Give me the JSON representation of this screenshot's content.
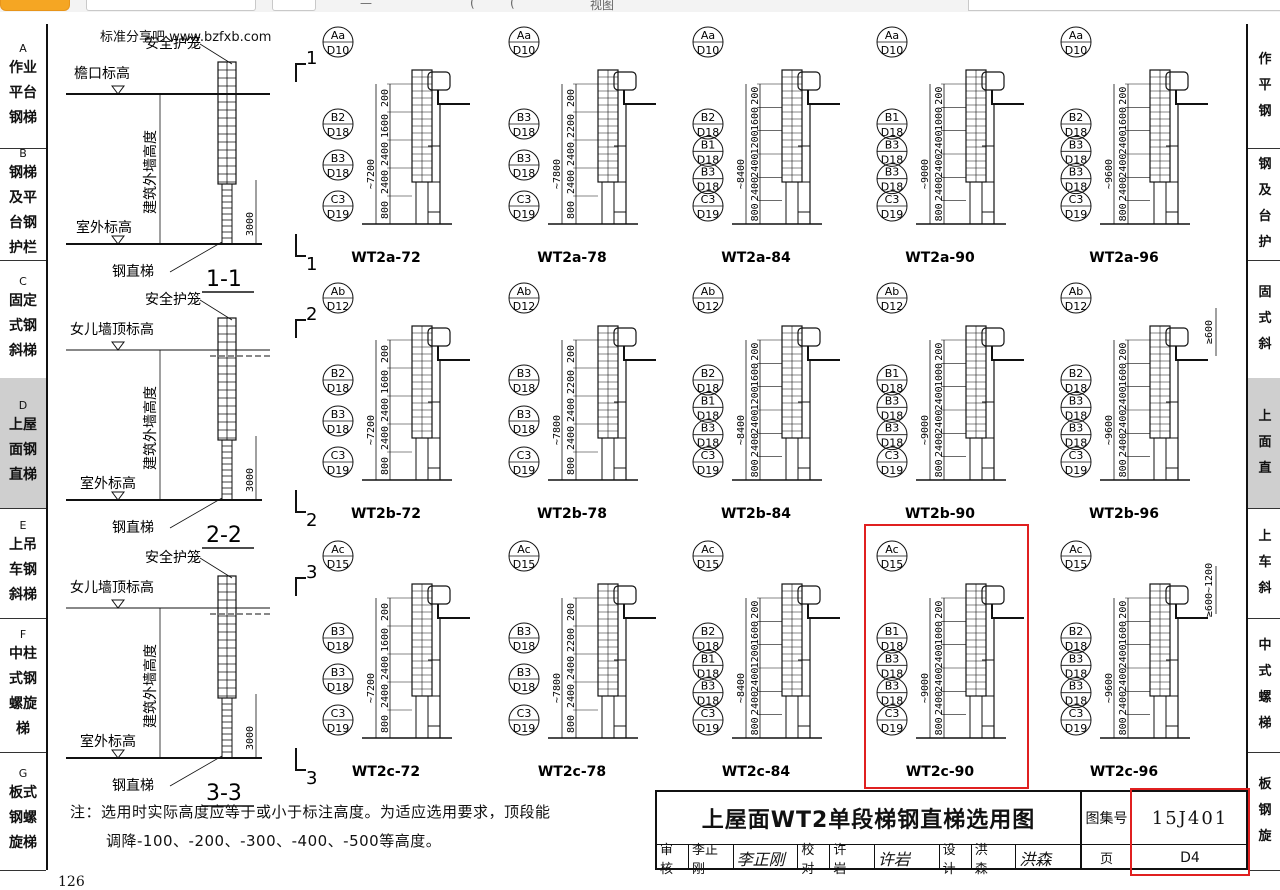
{
  "viewer": {
    "toolbar_fragments": [
      "—",
      "—",
      "(",
      "(",
      "—",
      "视图",
      "—",
      "—",
      "—"
    ]
  },
  "watermark": "标准分享吧 www.bzfxb.com",
  "sidebar_left": [
    {
      "letter": "A",
      "lines": [
        "作业",
        "平台",
        "钢梯"
      ]
    },
    {
      "letter": "B",
      "lines": [
        "钢梯",
        "及平",
        "台钢",
        "护栏"
      ]
    },
    {
      "letter": "C",
      "lines": [
        "固定",
        "式钢",
        "斜梯"
      ]
    },
    {
      "letter": "D",
      "lines": [
        "上屋",
        "面钢",
        "直梯"
      ],
      "active": true
    },
    {
      "letter": "E",
      "lines": [
        "上吊",
        "车钢",
        "斜梯"
      ]
    },
    {
      "letter": "F",
      "lines": [
        "中柱",
        "式钢",
        "螺旋",
        "梯"
      ]
    },
    {
      "letter": "G",
      "lines": [
        "板式",
        "钢螺",
        "旋梯"
      ]
    }
  ],
  "sidebar_right": [
    {
      "lines": [
        "作",
        "平",
        "钢"
      ]
    },
    {
      "lines": [
        "钢",
        "及",
        "台",
        "护"
      ]
    },
    {
      "lines": [
        "固",
        "式",
        "斜"
      ]
    },
    {
      "lines": [
        "上",
        "面",
        "直"
      ],
      "active": true
    },
    {
      "lines": [
        "上",
        "车",
        "斜"
      ]
    },
    {
      "lines": [
        "中",
        "式",
        "螺",
        "梯"
      ]
    },
    {
      "lines": [
        "板",
        "钢",
        "旋"
      ]
    }
  ],
  "sections": [
    {
      "label": "1-1",
      "mark": "1",
      "top_label": "安全护笼",
      "elev_label": "檐口标高",
      "wall_label": "建筑外墙高度",
      "ground_label": "室外标高",
      "ladder_label": "钢直梯",
      "dim": "3000"
    },
    {
      "label": "2-2",
      "mark": "2",
      "top_label": "安全护笼",
      "elev_label": "女儿墙顶标高",
      "wall_label": "建筑外墙高度",
      "ground_label": "室外标高",
      "ladder_label": "钢直梯",
      "dim": "3000"
    },
    {
      "label": "3-3",
      "mark": "3",
      "top_label": "安全护笼",
      "elev_label": "女儿墙顶标高",
      "wall_label": "建筑外墙高度",
      "ground_label": "室外标高",
      "ladder_label": "钢直梯",
      "dim": "3000"
    }
  ],
  "variants": [
    [
      {
        "model": "WT2a-72",
        "bubbles": [
          [
            "Aa",
            "D10"
          ],
          [
            "B2",
            "D18"
          ],
          [
            "B3",
            "D18"
          ],
          [
            "C3",
            "D19"
          ]
        ],
        "total": "~7200",
        "dims": [
          "200",
          "1600",
          "2400",
          "2400",
          "800"
        ]
      },
      {
        "model": "WT2a-78",
        "bubbles": [
          [
            "Aa",
            "D10"
          ],
          [
            "B3",
            "D18"
          ],
          [
            "B3",
            "D18"
          ],
          [
            "C3",
            "D19"
          ]
        ],
        "total": "~7800",
        "dims": [
          "200",
          "2200",
          "2400",
          "2400",
          "800"
        ]
      },
      {
        "model": "WT2a-84",
        "bubbles": [
          [
            "Aa",
            "D10"
          ],
          [
            "B2",
            "D18"
          ],
          [
            "B1",
            "D18"
          ],
          [
            "B3",
            "D18"
          ],
          [
            "C3",
            "D19"
          ]
        ],
        "total": "~8400",
        "dims": [
          "200",
          "1600",
          "1200",
          "2400",
          "2400",
          "800"
        ]
      },
      {
        "model": "WT2a-90",
        "bubbles": [
          [
            "Aa",
            "D10"
          ],
          [
            "B1",
            "D18"
          ],
          [
            "B3",
            "D18"
          ],
          [
            "B3",
            "D18"
          ],
          [
            "C3",
            "D19"
          ]
        ],
        "total": "~9000",
        "dims": [
          "200",
          "1000",
          "2400",
          "2400",
          "2400",
          "800"
        ]
      },
      {
        "model": "WT2a-96",
        "bubbles": [
          [
            "Aa",
            "D10"
          ],
          [
            "B2",
            "D18"
          ],
          [
            "B3",
            "D18"
          ],
          [
            "B3",
            "D18"
          ],
          [
            "C3",
            "D19"
          ]
        ],
        "total": "~9600",
        "dims": [
          "200",
          "1600",
          "2400",
          "2400",
          "2400",
          "800"
        ]
      }
    ],
    [
      {
        "model": "WT2b-72",
        "bubbles": [
          [
            "Ab",
            "D12"
          ],
          [
            "B2",
            "D18"
          ],
          [
            "B3",
            "D18"
          ],
          [
            "C3",
            "D19"
          ]
        ],
        "total": "~7200",
        "dims": [
          "200",
          "1600",
          "2400",
          "2400",
          "800"
        ]
      },
      {
        "model": "WT2b-78",
        "bubbles": [
          [
            "Ab",
            "D12"
          ],
          [
            "B3",
            "D18"
          ],
          [
            "B3",
            "D18"
          ],
          [
            "C3",
            "D19"
          ]
        ],
        "total": "~7800",
        "dims": [
          "200",
          "2200",
          "2400",
          "2400",
          "800"
        ]
      },
      {
        "model": "WT2b-84",
        "bubbles": [
          [
            "Ab",
            "D12"
          ],
          [
            "B2",
            "D18"
          ],
          [
            "B1",
            "D18"
          ],
          [
            "B3",
            "D18"
          ],
          [
            "C3",
            "D19"
          ]
        ],
        "total": "~8400",
        "dims": [
          "200",
          "1600",
          "1200",
          "2400",
          "2400",
          "800"
        ]
      },
      {
        "model": "WT2b-90",
        "bubbles": [
          [
            "Ab",
            "D12"
          ],
          [
            "B1",
            "D18"
          ],
          [
            "B3",
            "D18"
          ],
          [
            "B3",
            "D18"
          ],
          [
            "C3",
            "D19"
          ]
        ],
        "total": "~9000",
        "dims": [
          "200",
          "1000",
          "2400",
          "2400",
          "2400",
          "800"
        ]
      },
      {
        "model": "WT2b-96",
        "bubbles": [
          [
            "Ab",
            "D12"
          ],
          [
            "B2",
            "D18"
          ],
          [
            "B3",
            "D18"
          ],
          [
            "B3",
            "D18"
          ],
          [
            "C3",
            "D19"
          ]
        ],
        "total": "~9600",
        "dims": [
          "200",
          "1600",
          "2400",
          "2400",
          "2400",
          "800"
        ],
        "extra": "≥600"
      }
    ],
    [
      {
        "model": "WT2c-72",
        "bubbles": [
          [
            "Ac",
            "D15"
          ],
          [
            "B3",
            "D18"
          ],
          [
            "B3",
            "D18"
          ],
          [
            "C3",
            "D19"
          ]
        ],
        "total": "~7200",
        "dims": [
          "200",
          "1600",
          "2400",
          "2400",
          "800"
        ]
      },
      {
        "model": "WT2c-78",
        "bubbles": [
          [
            "Ac",
            "D15"
          ],
          [
            "B3",
            "D18"
          ],
          [
            "B3",
            "D18"
          ],
          [
            "C3",
            "D19"
          ]
        ],
        "total": "~7800",
        "dims": [
          "200",
          "2200",
          "2400",
          "2400",
          "800"
        ]
      },
      {
        "model": "WT2c-84",
        "bubbles": [
          [
            "Ac",
            "D15"
          ],
          [
            "B2",
            "D18"
          ],
          [
            "B1",
            "D18"
          ],
          [
            "B3",
            "D18"
          ],
          [
            "C3",
            "D19"
          ]
        ],
        "total": "~8400",
        "dims": [
          "200",
          "1600",
          "1200",
          "2400",
          "2400",
          "800"
        ]
      },
      {
        "model": "WT2c-90",
        "bubbles": [
          [
            "Ac",
            "D15"
          ],
          [
            "B1",
            "D18"
          ],
          [
            "B3",
            "D18"
          ],
          [
            "B3",
            "D18"
          ],
          [
            "C3",
            "D19"
          ]
        ],
        "total": "~9000",
        "dims": [
          "200",
          "1000",
          "2400",
          "2400",
          "2400",
          "800"
        ]
      },
      {
        "model": "WT2c-96",
        "bubbles": [
          [
            "Ac",
            "D15"
          ],
          [
            "B2",
            "D18"
          ],
          [
            "B3",
            "D18"
          ],
          [
            "B3",
            "D18"
          ],
          [
            "C3",
            "D19"
          ]
        ],
        "total": "~9600",
        "dims": [
          "200",
          "1600",
          "2400",
          "2400",
          "2400",
          "800"
        ],
        "extra": "≥600~1200"
      }
    ]
  ],
  "note": {
    "line1": "注：选用时实际高度应等于或小于标注高度。为适应选用要求，顶段能",
    "line2": "调降-100、-200、-300、-400、-500等高度。"
  },
  "titleblock": {
    "title": "上屋面WT2单段梯钢直梯选用图",
    "atlas_label": "图集号",
    "atlas_value": "15J401",
    "page_label": "页",
    "page_value": "D4",
    "review_label": "审核",
    "review_name": "李正刚",
    "review_sig": "李正刚",
    "check_label": "校对",
    "check_name": "许　岩",
    "check_sig": "许岩",
    "design_label": "设计",
    "design_name": "洪　森",
    "design_sig": "洪森"
  },
  "page_number": "126",
  "highlights": [
    "WT2c-90",
    "page-code"
  ]
}
